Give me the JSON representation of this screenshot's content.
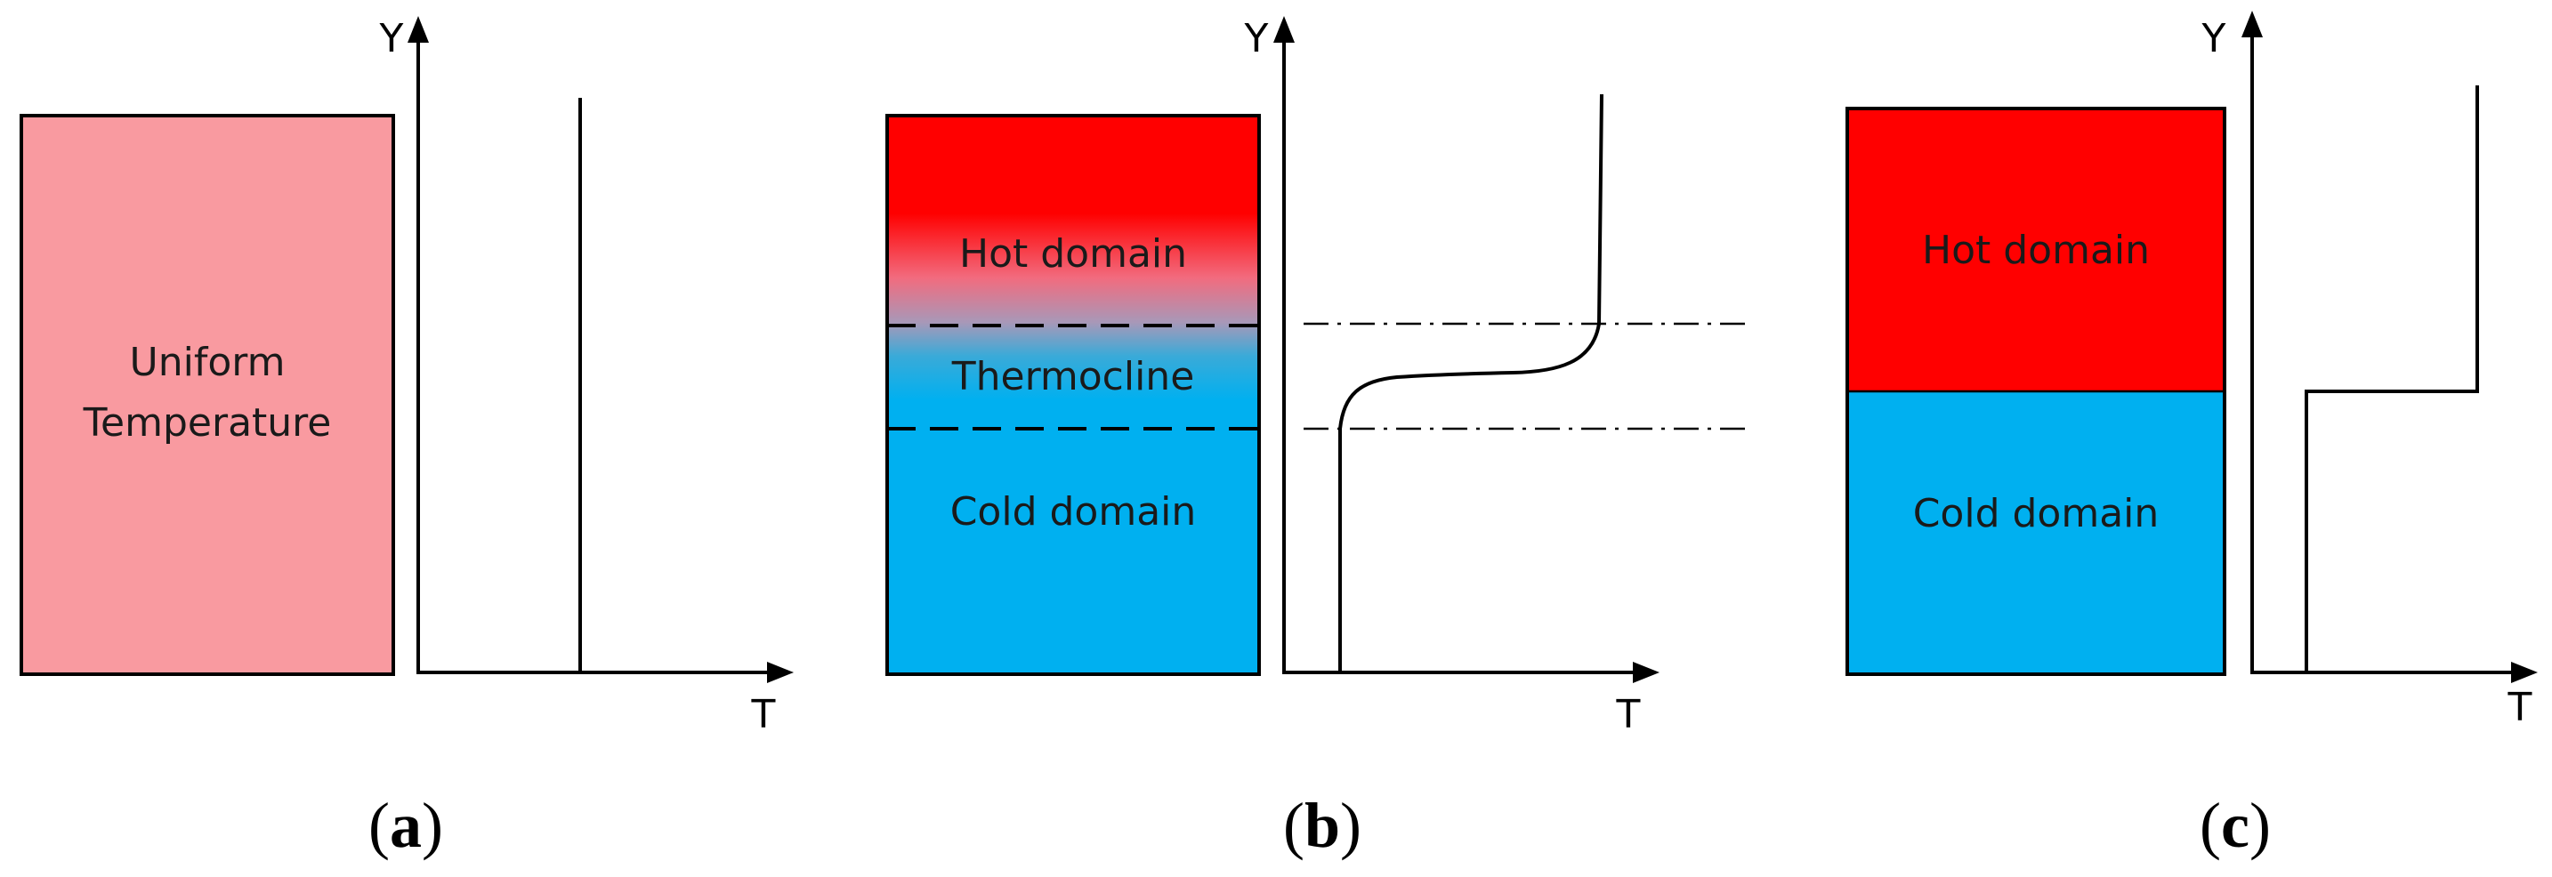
{
  "colors": {
    "uniform_fill": "#f99aa0",
    "hot": "#ff0000",
    "cold": "#00b0f0",
    "stroke": "#000000"
  },
  "panel_a": {
    "box_line1": "Uniform",
    "box_line2": "Temperature",
    "axis_y": "Y",
    "axis_x": "T",
    "label_open": "(",
    "label_letter": "a",
    "label_close": ")"
  },
  "panel_b": {
    "hot_label": "Hot domain",
    "thermocline_label": "Thermocline",
    "cold_label": "Cold domain",
    "axis_y": "Y",
    "axis_x": "T",
    "label_open": "(",
    "label_letter": "b",
    "label_close": ")"
  },
  "panel_c": {
    "hot_label": "Hot domain",
    "cold_label": "Cold domain",
    "axis_y": "Y",
    "axis_x": "T",
    "label_open": "(",
    "label_letter": "c",
    "label_close": ")"
  }
}
